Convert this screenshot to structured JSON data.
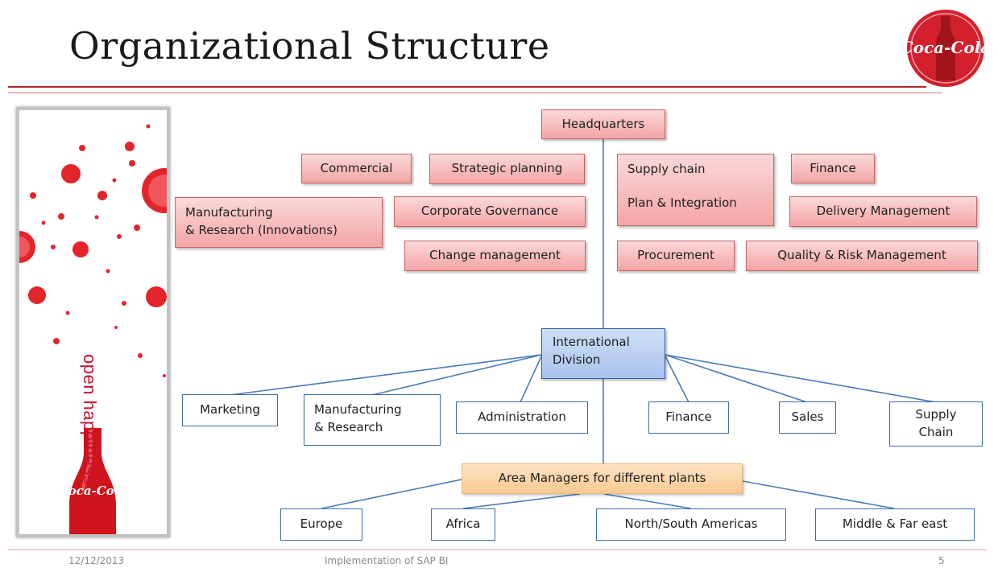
{
  "title": "Organizational Structure",
  "brand": {
    "logo_text": "Coca-Cola",
    "tagline": "open happiness",
    "bottle_text": "Coca-Cola"
  },
  "colors": {
    "accent_red": "#c8102e",
    "rule_red": "#b52a2a",
    "hq_box": "#f7b8b8",
    "division_box": "#b9cff2",
    "area_box": "#fbd6a8",
    "node_border": "#3a6ea8"
  },
  "diagram": {
    "headquarters": "Headquarters",
    "hq_units": {
      "commercial": "Commercial",
      "strategic_planning": "Strategic planning",
      "supply_chain": "Supply chain",
      "plan_integration": "Plan & Integration",
      "finance": "Finance",
      "manufacturing_line1": "Manufacturing",
      "manufacturing_line2": "& Research (Innovations)",
      "corporate_governance": "Corporate Governance",
      "delivery_management": "Delivery Management",
      "change_management": "Change management",
      "procurement": "Procurement",
      "quality_risk": "Quality & Risk Management"
    },
    "international_division_line1": "International",
    "international_division_line2": "Division",
    "division_units": {
      "marketing": "Marketing",
      "manufacturing_line1": "Manufacturing",
      "manufacturing_line2": "& Research",
      "administration": "Administration",
      "finance": "Finance",
      "sales": "Sales",
      "supply_line1": "Supply",
      "supply_line2": "Chain"
    },
    "area_managers": "Area Managers for different plants",
    "regions": {
      "europe": "Europe",
      "africa": "Africa",
      "americas": "North/South Americas",
      "middle_far_east": "Middle & Far east"
    }
  },
  "footer": {
    "date": "12/12/2013",
    "subject": "Implementation of SAP BI",
    "page": "5"
  }
}
